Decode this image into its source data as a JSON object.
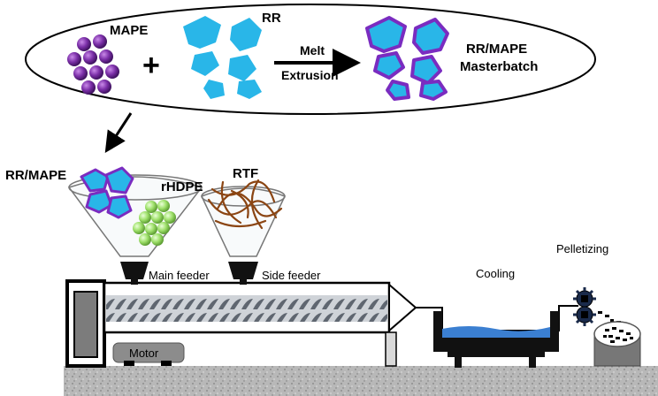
{
  "top_process": {
    "mape_label": "MAPE",
    "plus_symbol": "+",
    "rr_label": "RR",
    "arrow_label_line1": "Melt",
    "arrow_label_line2": "Extrusion",
    "product_label_line1": "RR/MAPE",
    "product_label_line2": "Masterbatch"
  },
  "extruder": {
    "main_hopper_label_left": "RR/MAPE",
    "main_hopper_label_right": "rHDPE",
    "side_hopper_label": "RTF",
    "main_feeder_label": "Main feeder",
    "side_feeder_label": "Side feeder",
    "motor_label": "Motor",
    "cooling_label": "Cooling",
    "pelletizing_label": "Pelletizing"
  },
  "colors": {
    "mape_purple": "#7b2fa8",
    "rr_blue": "#29b6e8",
    "rr_outline": "#7a2cc0",
    "rhdpe_green": "#9ee06a",
    "rtf_brown": "#8b4513",
    "water_blue": "#3b7fd1",
    "ground_gray": "#b8b8b8",
    "motor_gray": "#8c8c8c"
  }
}
